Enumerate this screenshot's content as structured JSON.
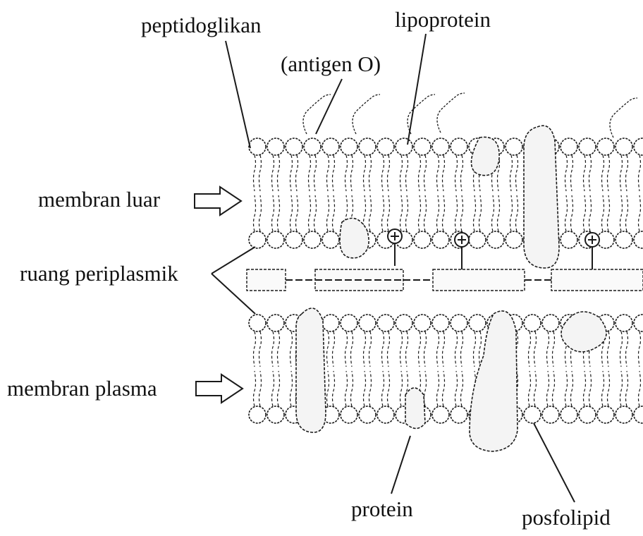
{
  "labels": {
    "peptidoglycan": "peptidoglikan",
    "lipoprotein": "lipoprotein",
    "antigen": "(antigen O)",
    "outer_membrane": "membran luar",
    "periplasmic_space": "ruang periplasmik",
    "plasma_membrane": "membran plasma",
    "protein": "protein",
    "phospholipid": "posfolipid"
  },
  "colors": {
    "ink": "#1a1a1a",
    "background": "#ffffff"
  }
}
